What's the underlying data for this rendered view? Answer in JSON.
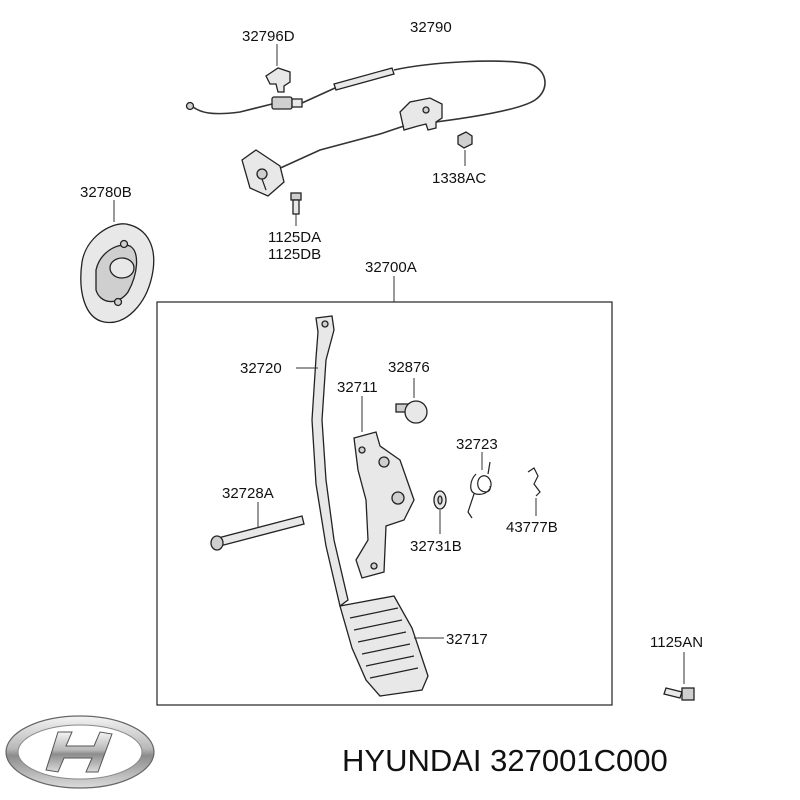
{
  "labels": {
    "p32796D": "32796D",
    "p32790": "32790",
    "p1338AC": "1338AC",
    "p32780B": "32780B",
    "p1125DA": "1125DA",
    "p1125DB": "1125DB",
    "p32700A": "32700A",
    "p32720": "32720",
    "p32876": "32876",
    "p32711": "32711",
    "p32723": "32723",
    "p32728A": "32728A",
    "p43777B": "43777B",
    "p32731B": "32731B",
    "p32717": "32717",
    "p1125AN": "1125AN"
  },
  "footer": {
    "caption": "HYUNDAI 327001C000"
  },
  "icons": {
    "logo": "hyundai-logo-icon"
  },
  "colors": {
    "line": "#222222",
    "part_fill": "#e8e8e8",
    "background": "#ffffff"
  }
}
